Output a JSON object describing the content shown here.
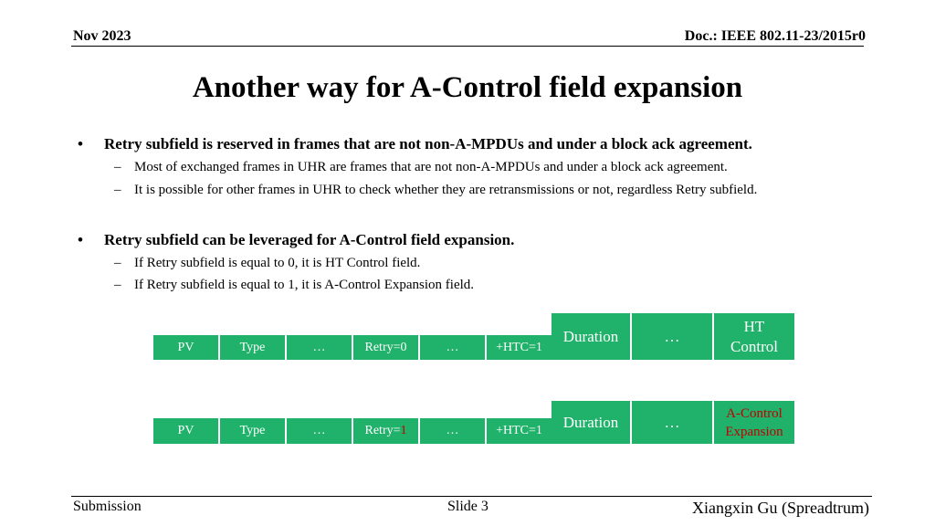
{
  "header": {
    "date": "Nov 2023",
    "doc": "Doc.: IEEE 802.11-23/2015r0"
  },
  "title": "Another way for A-Control field expansion",
  "bullets": [
    {
      "text": "Retry subfield is reserved in frames that are not non-A-MPDUs and under a block ack agreement.",
      "subs": [
        "Most of exchanged frames in UHR are frames that are not non-A-MPDUs and under a block ack agreement.",
        "It is possible for other frames in UHR to check whether they are retransmissions or not, regardless Retry subfield."
      ]
    },
    {
      "text": "Retry subfield can be leveraged for A-Control field expansion.",
      "subs": [
        "If Retry subfield is equal to 0, it is HT Control field.",
        "If Retry subfield is equal to 1,  it is A-Control Expansion field."
      ]
    }
  ],
  "markers": {
    "bullet": "•",
    "dash": "–"
  },
  "frame1": {
    "pv": "PV",
    "type": "Type",
    "ellipsis1": "…",
    "retry": "Retry=0",
    "ellipsis2": "…",
    "htc": "+HTC=1",
    "duration": "Duration",
    "ellipsis3": "…",
    "ht_control_line1": "HT",
    "ht_control_line2": "Control"
  },
  "frame2": {
    "pv": "PV",
    "type": "Type",
    "ellipsis1": "…",
    "retry_prefix": "Retry=",
    "retry_value": "1",
    "ellipsis2": "…",
    "htc": "+HTC=1",
    "duration": "Duration",
    "ellipsis3": "…",
    "ac_line1": "A-Control",
    "ac_line2": "Expansion"
  },
  "colors": {
    "cell_bg": "#20b26a",
    "highlight": "#c00000"
  },
  "footer": {
    "left": "Submission",
    "center": "Slide 3",
    "right": "Xiangxin Gu (Spreadtrum)"
  }
}
